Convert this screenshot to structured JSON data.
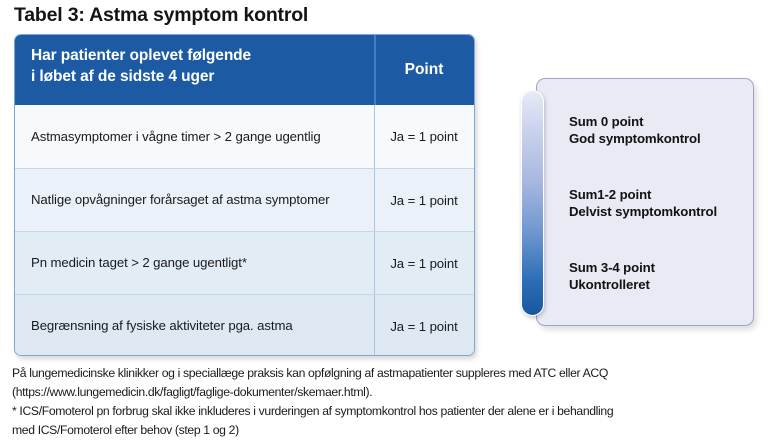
{
  "page": {
    "title": "Tabel 3: Astma symptom kontrol"
  },
  "table": {
    "headers": {
      "question": "Har patienter oplevet følgende\ni løbet af de sidste 4 uger",
      "question_line1": "Har patienter oplevet følgende",
      "question_line2": "i løbet af de sidste 4 uger",
      "point": "Point"
    },
    "rows": [
      {
        "question": "Astmasymptomer i vågne timer > 2 gange ugentlig",
        "point": "Ja = 1 point"
      },
      {
        "question": "Natlige opvågninger forårsaget af astma symptomer",
        "point": "Ja = 1 point"
      },
      {
        "question": "Pn medicin taget > 2 gange ugentligt*",
        "point": "Ja = 1 point"
      },
      {
        "question": "Begrænsning af fysiske aktiviteter pga. astma",
        "point": "Ja = 1 point"
      }
    ]
  },
  "panel": {
    "items": [
      {
        "line1": "Sum 0 point",
        "line2": "God symptomkontrol"
      },
      {
        "line1": "Sum1-2 point",
        "line2": "Delvist symptomkontrol"
      },
      {
        "line1": "Sum 3-4 point",
        "line2": "Ukontrolleret"
      }
    ]
  },
  "footnotes": [
    {
      "line1": "På lungemedicinske klinikker og i speciallæge praksis kan opfølgning af astmapatienter suppleres med ATC eller ACQ",
      "line2": "(https://www.lungemedicin.dk/fagligt/faglige-dokumenter/skemaer.html)."
    },
    {
      "line1": "* ICS/Fomoterol pn forbrug skal ikke inkluderes i vurderingen af symptomkontrol hos patienter der alene er i behandling",
      "line2": "med  ICS/Fomoterol efter behov (step 1 og 2)"
    }
  ],
  "colors": {
    "header_blue": "#1c5ba4",
    "table_border": "#7fa8cf",
    "panel_bg": "#e8eaf4",
    "panel_border": "#9fa3cc",
    "bar_gradient_top": "#e7eaf7",
    "bar_gradient_bottom": "#19579f"
  }
}
